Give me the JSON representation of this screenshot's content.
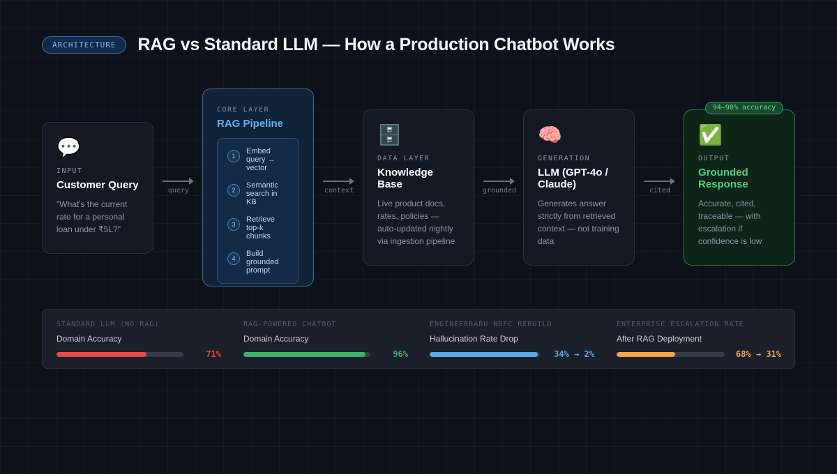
{
  "header": {
    "badge": "ARCHITECTURE",
    "title": "RAG vs Standard LLM — How a Production Chatbot Works"
  },
  "cards": {
    "input": {
      "icon": "speech-bubble-icon",
      "glyph": "💬",
      "layer": "INPUT",
      "title": "Customer Query",
      "desc": "\"What's the current rate for a personal loan under ₹5L?\""
    },
    "rag": {
      "layer": "CORE LAYER",
      "title": "RAG Pipeline",
      "steps": [
        {
          "num": "1",
          "label": "Embed query → vector"
        },
        {
          "num": "2",
          "label": "Semantic search in KB"
        },
        {
          "num": "3",
          "label": "Retrieve top-k chunks"
        },
        {
          "num": "4",
          "label": "Build grounded prompt"
        }
      ]
    },
    "kb": {
      "icon": "file-cabinet-icon",
      "glyph": "🗄️",
      "layer": "DATA LAYER",
      "title": "Knowledge Base",
      "desc": "Live product docs, rates, policies — auto-updated nightly via ingestion pipeline"
    },
    "llm": {
      "icon": "brain-icon",
      "glyph": "🧠",
      "layer": "GENERATION",
      "title": "LLM (GPT-4o / Claude)",
      "desc": "Generates answer strictly from retrieved context — not training data"
    },
    "output": {
      "icon": "check-mark-icon",
      "glyph": "✅",
      "layer": "OUTPUT",
      "title": "Grounded Response",
      "desc": "Accurate, cited, traceable — with escalation if confidence is low",
      "badge": "94–98% accuracy"
    }
  },
  "arrows": [
    {
      "label": "query"
    },
    {
      "label": "context"
    },
    {
      "label": "grounded"
    },
    {
      "label": "cited"
    }
  ],
  "stats": [
    {
      "category": "STANDARD LLM (NO RAG)",
      "label": "Domain Accuracy",
      "value": "71%",
      "fill": 0.71,
      "color": "#e84848"
    },
    {
      "category": "RAG-POWERED CHATBOT",
      "label": "Domain Accuracy",
      "value": "96%",
      "fill": 0.96,
      "color": "#3fae6a"
    },
    {
      "category": "ENGINEERBABU NBFC REBUILD",
      "label": "Hallucination Rate Drop",
      "value": "34% → 2%",
      "fill": 0.98,
      "color": "#5aa9e8"
    },
    {
      "category": "ENTERPRISE ESCALATION RATE",
      "label": "After RAG Deployment",
      "value": "68% → 31%",
      "fill": 0.54,
      "color": "#f0a54a"
    }
  ]
}
